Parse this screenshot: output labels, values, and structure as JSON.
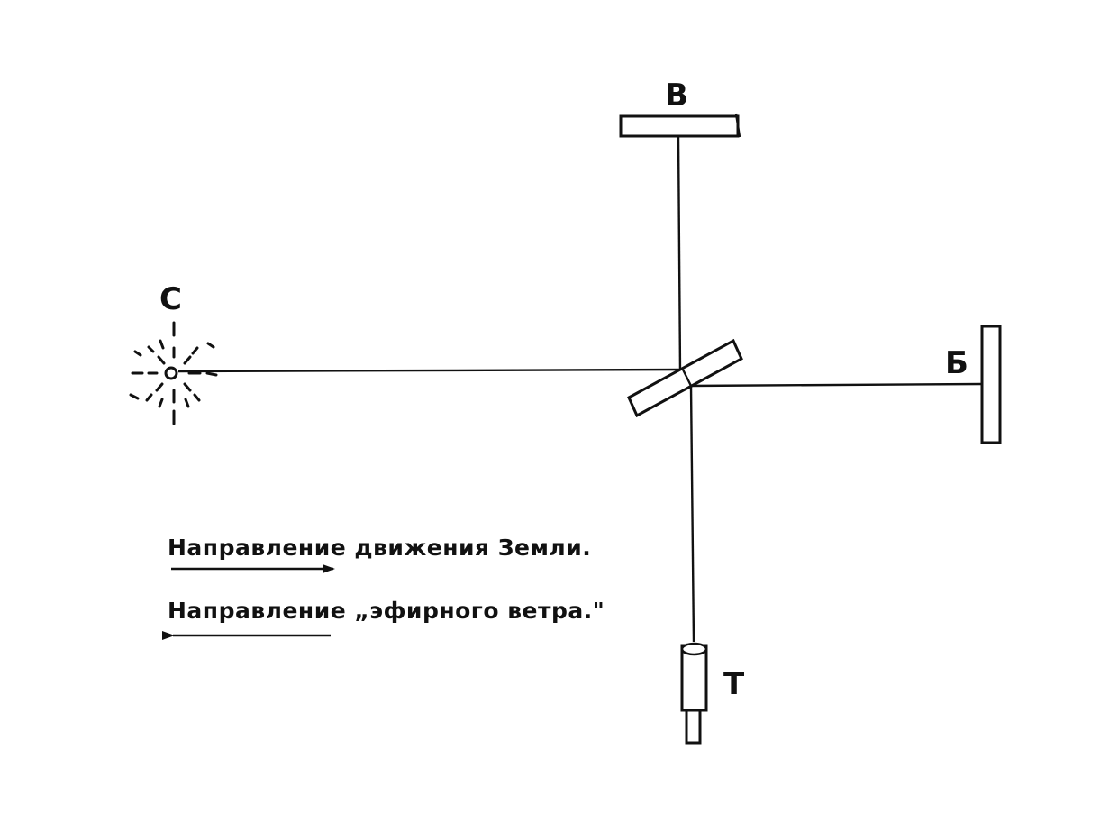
{
  "labels": {
    "source": "С",
    "mirror_top": "В",
    "mirror_right": "Б",
    "telescope": "Т"
  },
  "legend": {
    "earth_motion": "Направление движения Земли.",
    "ether_wind": "Направление „эфирного ветра.\""
  }
}
